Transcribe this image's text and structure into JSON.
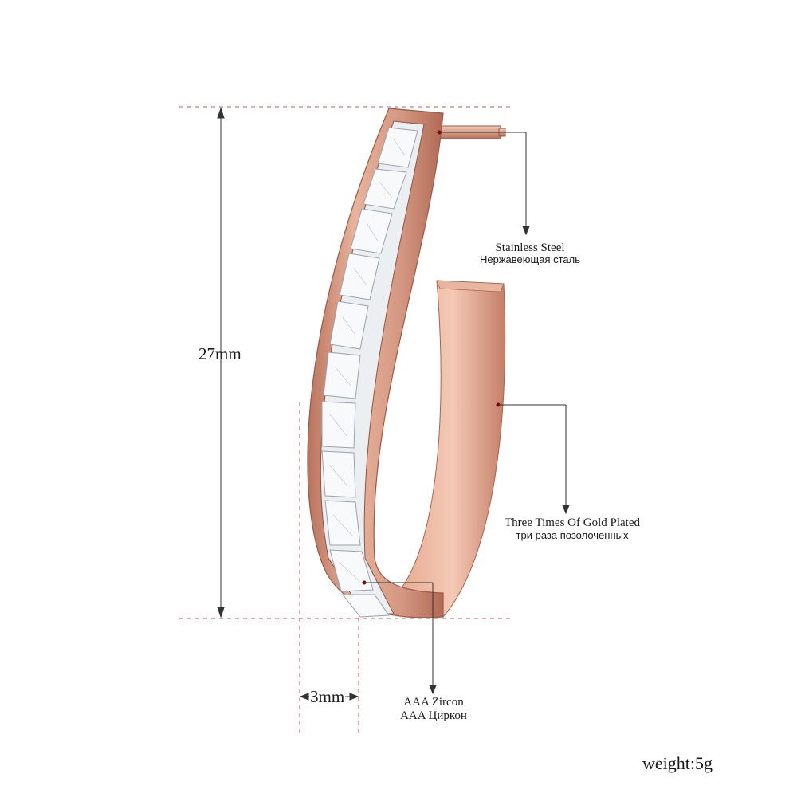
{
  "colors": {
    "rose_gold": "#d49a83",
    "rose_gold_dark": "#a8644e",
    "rose_gold_light": "#f3cdbb",
    "guide_line": "#c05a5a",
    "marker_dot": "#8b0000"
  },
  "dimensions": {
    "height_label": "27mm",
    "width_label": "3mm"
  },
  "callouts": {
    "steel": {
      "en": "Stainless Steel",
      "ru": "Нержавеющая сталь"
    },
    "plating": {
      "en": "Three Times Of Gold Plated",
      "ru": "три раза позолоченных"
    },
    "zircon": {
      "en": "AAA Zircon",
      "ru": "AAA Циркон"
    }
  },
  "weight_label": "weight:5g"
}
